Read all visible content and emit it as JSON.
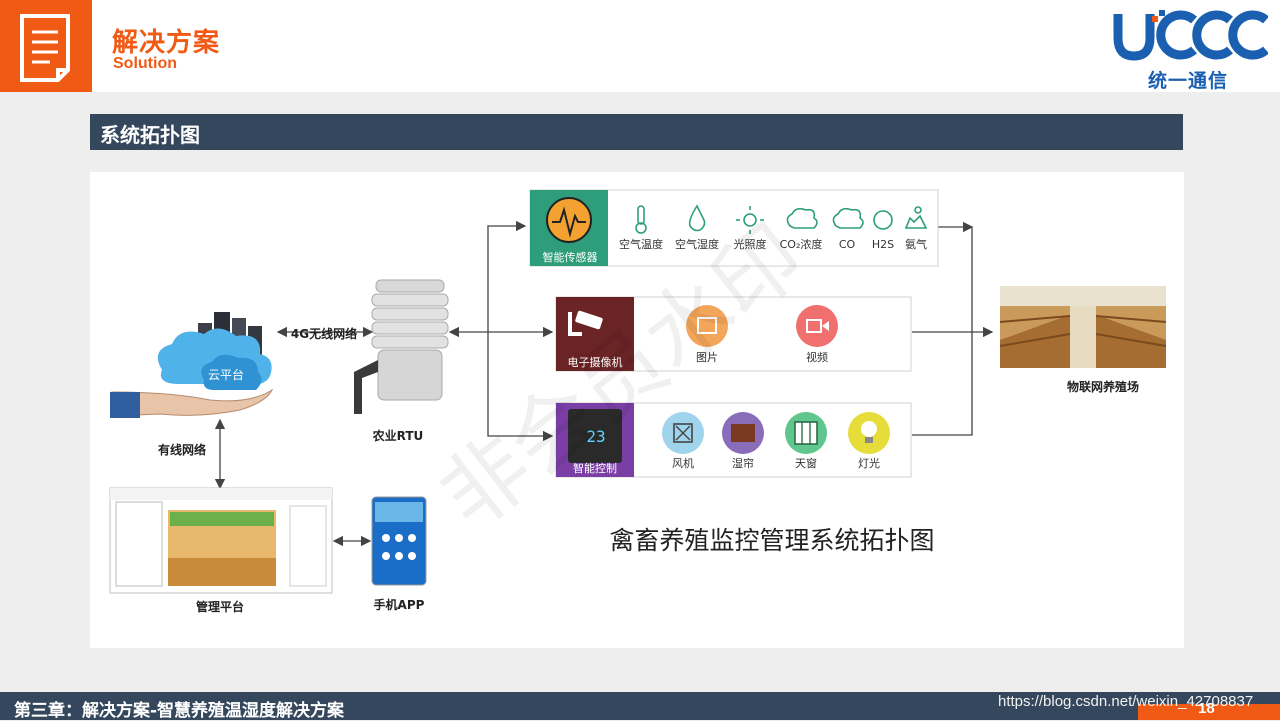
{
  "header": {
    "title": "解决方案",
    "subtitle": "Solution",
    "logo_letters": "UCCC",
    "logo_name": "统一通信"
  },
  "section": {
    "title": "系统拓扑图"
  },
  "diagram": {
    "caption": "禽畜养殖监控管理系统拓扑图",
    "watermark": "非会员水印",
    "nodes": {
      "cloud": "云平台",
      "rtu": "农业RTU",
      "farm": "物联网养殖场",
      "platform": "管理平台",
      "app": "手机APP"
    },
    "links": {
      "wireless": "4G无线网络",
      "wired": "有线网络"
    },
    "sensor_group": {
      "label": "智能传感器",
      "items": [
        "空气温度",
        "空气湿度",
        "光照度",
        "CO₂浓度",
        "CO",
        "H2S",
        "氨气"
      ]
    },
    "camera_group": {
      "label": "电子摄像机",
      "items": [
        "图片",
        "视频"
      ]
    },
    "control_group": {
      "label": "智能控制",
      "items": [
        "风机",
        "湿帘",
        "天窗",
        "灯光"
      ]
    }
  },
  "footer": {
    "chapter": "第三章：解决方案-智慧养殖温湿度解决方案",
    "url": "https://blog.csdn.net/weixin_42708837",
    "page": "18"
  },
  "colors": {
    "accent": "#f05a14",
    "bar": "#35475c",
    "brand_blue": "#1a5fb0",
    "sensor_green": "#2e9e7a",
    "camera_dark": "#6a2426",
    "control_purple": "#7a3ea5"
  }
}
